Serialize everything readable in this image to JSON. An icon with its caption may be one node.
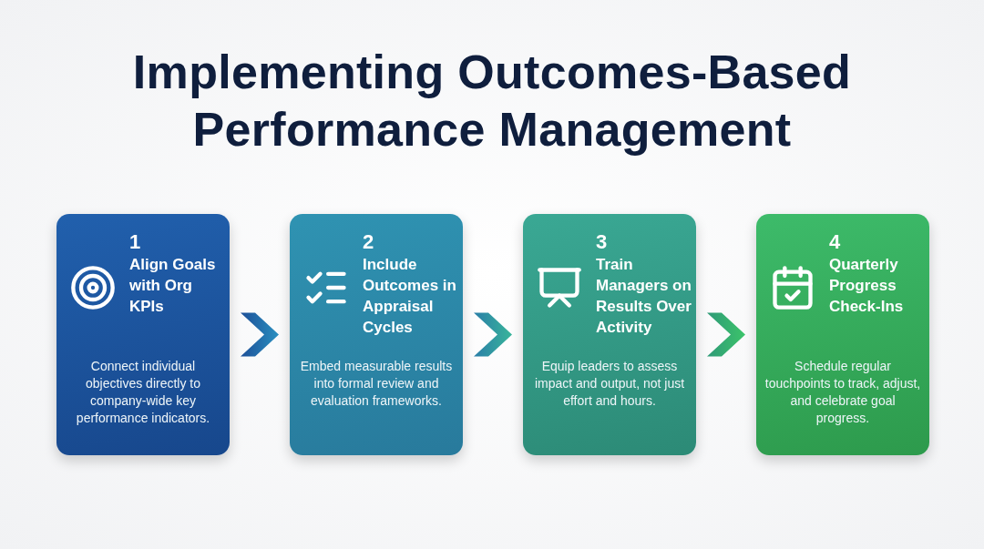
{
  "diagram": {
    "title": "Implementing Outcomes-Based Performance Management",
    "nodes": [
      {
        "text": [
          "1",
          "Align Goals with Org KPIs",
          "Connect individual objectives directly to company-wide key performance indicators."
        ]
      },
      {
        "text": [
          "2",
          "Include Outcomes in Appraisal Cycles",
          "Embed measurable results into formal review and evaluation frameworks."
        ]
      },
      {
        "text": [
          "3",
          "Train Managers on Results Over Activity",
          "Equip leaders to assess impact and output, not just effort and hours."
        ]
      },
      {
        "text": [
          "4",
          "Quarterly Progress Check-Ins",
          "Schedule regular touchpoints to track, adjust, and celebrate goal progress."
        ]
      }
    ],
    "edges": [
      {
        "from": 0,
        "to": 1,
        "arrow": "to"
      },
      {
        "from": 1,
        "to": 2,
        "arrow": "to"
      },
      {
        "from": 2,
        "to": 3,
        "arrow": "to"
      }
    ]
  }
}
